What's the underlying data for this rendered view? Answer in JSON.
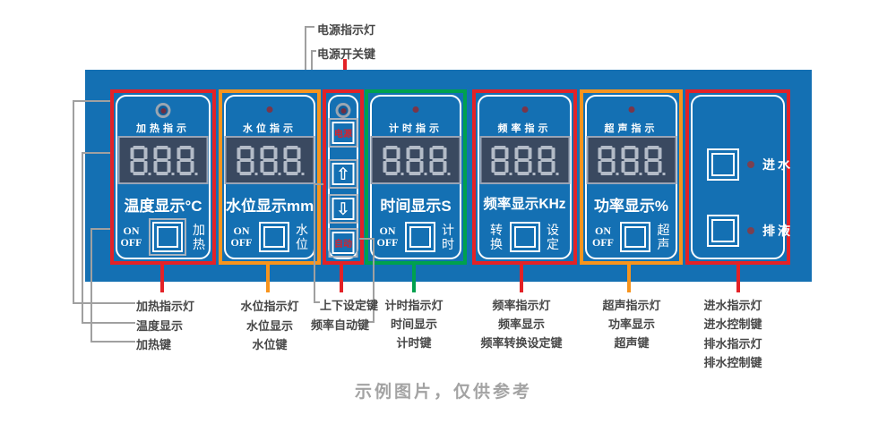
{
  "caption": "示例图片，仅供参考",
  "colors": {
    "panel_blue": "#1470b3",
    "box_red": "#e32227",
    "box_orange": "#f7941d",
    "box_green": "#00a14e",
    "display_bg": "#3a4960",
    "display_segment": "#b3bbc7",
    "annotation_gray": "#a0a0a0"
  },
  "top_annotations": {
    "power_light": "电源指示灯",
    "power_switch": "电源开关键"
  },
  "sections": {
    "heat": {
      "indicator_label": "加热指示",
      "display_value": "888",
      "display_label": "温度显示°C",
      "on": "ON",
      "off": "OFF",
      "key": "加热"
    },
    "water": {
      "indicator_label": "水位指示",
      "display_value": "888",
      "display_label": "水位显示mm",
      "on": "ON",
      "off": "OFF",
      "key": "水位"
    },
    "power_column": {
      "power_key": "电源",
      "up_icon": "⇧",
      "down_icon": "⇩",
      "auto_key": "自动"
    },
    "time": {
      "indicator_label": "计时指示",
      "display_value": "888",
      "display_label": "时间显示S",
      "on": "ON",
      "off": "OFF",
      "key": "计时"
    },
    "freq": {
      "indicator_label": "频率指示",
      "display_value": "888",
      "display_label": "频率显示KHz",
      "key_left": "转换",
      "key_right": "设定"
    },
    "ultra": {
      "indicator_label": "超声指示",
      "display_value": "888",
      "display_label": "功率显示%",
      "on": "ON",
      "off": "OFF",
      "key": "超声"
    },
    "valve": {
      "inlet_label": "进水",
      "drain_label": "排液"
    }
  },
  "bottom_annotations": {
    "col_heat": [
      "加热指示灯",
      "温度显示",
      "加热键"
    ],
    "col_water": [
      "水位指示灯",
      "水位显示",
      "水位键"
    ],
    "col_updown": [
      "上下设定键",
      "频率自动键"
    ],
    "col_time": [
      "计时指示灯",
      "时间显示",
      "计时键"
    ],
    "col_freq": [
      "频率指示灯",
      "频率显示",
      "频率转换设定键"
    ],
    "col_ultra": [
      "超声指示灯",
      "功率显示",
      "超声键"
    ],
    "col_valve": [
      "进水指示灯",
      "进水控制键",
      "排水指示灯",
      "排水控制键"
    ]
  }
}
